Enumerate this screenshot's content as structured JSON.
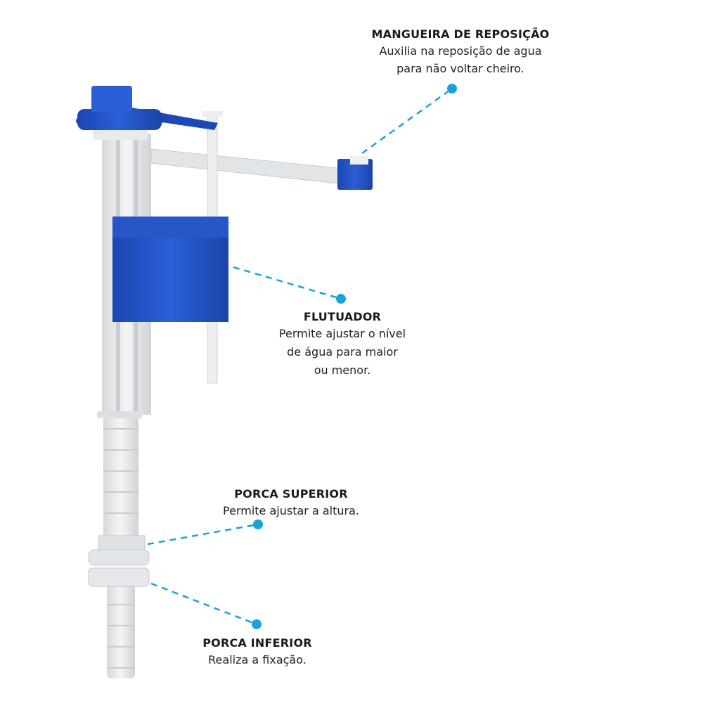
{
  "colors": {
    "accent": "#1aa3d9",
    "product_blue": "#1f4fbf",
    "product_white": "#e8eaec"
  },
  "callouts": [
    {
      "title": "MANGUEIRA DE REPOSIÇÃO",
      "lines": [
        "Auxilia na reposição de agua",
        "para não voltar cheiro."
      ]
    },
    {
      "title": "FLUTUADOR",
      "lines": [
        "Permite ajustar o nível",
        "de água para maior",
        "ou menor."
      ]
    },
    {
      "title": "PORCA SUPERIOR",
      "lines": [
        "Permite ajustar a altura."
      ]
    },
    {
      "title": "PORCA INFERIOR",
      "lines": [
        "Realiza a fixação."
      ]
    }
  ]
}
